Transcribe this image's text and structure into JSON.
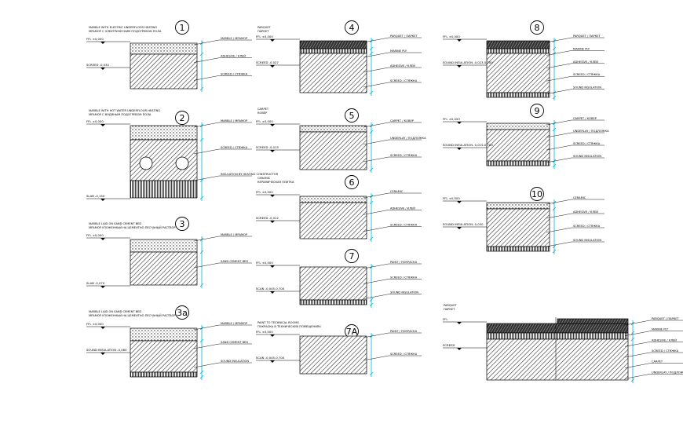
{
  "sheet_title": "Floor Construction Details",
  "colors": {
    "line": "#000000",
    "dim": "#00b4d8",
    "paper": "#ffffff"
  },
  "details": [
    {
      "id": "1",
      "title_en": "MARBLE WITH ELECTRIC UNDERFLOOR HEATING",
      "title_ru": "МРАМОР С ЭЛЕКТРИЧЕСКИМ ПОДОГРЕВОМ ПОЛА",
      "levels": [
        "FFL ±0,000",
        "SCREED -0,030"
      ],
      "layers": [
        "MARBLE / МРАМОР",
        "ADHESIVE / КЛЕЙ",
        "SCREED / СТЯЖКА"
      ]
    },
    {
      "id": "2",
      "title_en": "MARBLE WITH HOT WATER UNDERFLOOR HEATING",
      "title_ru": "МРАМОР С ВОДЯНЫМ ПОДОГРЕВОМ ПОЛА",
      "levels": [
        "FFL ±0,000",
        "SLAB -0,150"
      ],
      "layers": [
        "MARBLE / МРАМОР",
        "SCREED / СТЯЖКА",
        "INSULATION BY HEATING CONSTRUCTOR"
      ]
    },
    {
      "id": "3",
      "title_en": "MARBLE LAID ON SAND CEMENT BED",
      "title_ru": "МРАМОР УЛОЖЕННЫЙ НА ЦЕМЕНТНО-ПЕСЧАНЫЙ РАСТВОР",
      "levels": [
        "FFL ±0,000",
        "SLAB -0,070"
      ],
      "layers": [
        "MARBLE / МРАМОР",
        "SAND CEMENT BED"
      ]
    },
    {
      "id": "3a",
      "title_en": "MARBLE LAID ON SAND CEMENT BED",
      "title_ru": "МРАМОР УЛОЖЕННЫЙ НА ЦЕМЕНТНО-ПЕСЧАНЫЙ РАСТВОР",
      "levels": [
        "FFL ±0,000",
        "SOUND INSULATION -0,080"
      ],
      "layers": [
        "MARBLE / МРАМОР",
        "SAND CEMENT BED",
        "SOUND INSULATION"
      ]
    },
    {
      "id": "4",
      "title_en": "PARQUET",
      "title_ru": "ПАРКЕТ",
      "levels": [
        "FFL ±0,000",
        "SCREED -0,027"
      ],
      "layers": [
        "PARQUET / ПАРКЕТ",
        "MARINE PLY",
        "ADHESIVE / КЛЕЙ",
        "SCREED / СТЯЖКА"
      ]
    },
    {
      "id": "5",
      "title_en": "CARPET",
      "title_ru": "КОВЁР",
      "levels": [
        "FFL ±0,000",
        "SCREED -0,015"
      ],
      "layers": [
        "CARPET / КОВЕР",
        "UNDERLAY / ПОДЛОЖКА",
        "SCREED / СТЯЖКА"
      ]
    },
    {
      "id": "6",
      "title_en": "CERAMIC",
      "title_ru": "КЕРАМИЧЕСКАЯ ПЛИТКА",
      "levels": [
        "FFL ±0,000",
        "SCREED -0,012"
      ],
      "layers": [
        "CERAMIC",
        "ADHESIVE / КЛЕЙ",
        "SCREED / СТЯЖКА"
      ]
    },
    {
      "id": "7",
      "title_en": "",
      "title_ru": "",
      "levels": [
        "FFL ±0,000",
        "SCAN -0,045-0,700"
      ],
      "layers": [
        "PAINT / ПОКРАСКА",
        "SCREED / СТЯЖКА",
        "SOUND INSULATION"
      ]
    },
    {
      "id": "7A",
      "title_en": "PAINT TO TECHNICAL ROOMS",
      "title_ru": "ПОКРАСКА В ТЕХНИЧЕСКИХ ПОМЕЩЕНИЯХ",
      "levels": [
        "FFL ±0,000",
        "SCAN -0,045-0,700"
      ],
      "layers": [
        "PAINT / ПОКРАСКА",
        "SCREED / СТЯЖКА"
      ]
    },
    {
      "id": "8",
      "title_en": "",
      "title_ru": "",
      "levels": [
        "FFL ±0,000",
        "SOUND INSULATION -0,023-0,700"
      ],
      "layers": [
        "PARQUET / ПАРКЕТ",
        "MARINE PLY",
        "ADHESIVE / КЛЕЙ",
        "SCREED / СТЯЖКА",
        "SOUND INSULATION"
      ]
    },
    {
      "id": "9",
      "title_en": "",
      "title_ru": "",
      "levels": [
        "FFL ±0,000",
        "SOUND INSULATION -0,015-0,700"
      ],
      "layers": [
        "CARPET / КОВЕР",
        "UNDERLAY / ПОДЛОЖКА",
        "SCREED / СТЯЖКА",
        "SOUND INSULATION"
      ]
    },
    {
      "id": "10",
      "title_en": "",
      "title_ru": "",
      "levels": [
        "FFL ±0,000",
        "SOUND INSULATION -0,030"
      ],
      "layers": [
        "CERAMIC",
        "ADHESIVE / КЛЕЙ",
        "SCREED / СТЯЖКА",
        "SOUND INSULATION"
      ]
    },
    {
      "id": "",
      "title_en": "PARQUET",
      "title_ru": "ПАРКЕТ",
      "levels": [
        "FFL",
        "SCREED"
      ],
      "layers": [
        "PARQUET / ПАРКЕТ",
        "MARINE PLY",
        "ADHESIVE / КЛЕЙ",
        "SCREED / СТЯЖКА",
        "CARPET",
        "UNDERLAY / ПОДЛОЖКА"
      ]
    }
  ]
}
